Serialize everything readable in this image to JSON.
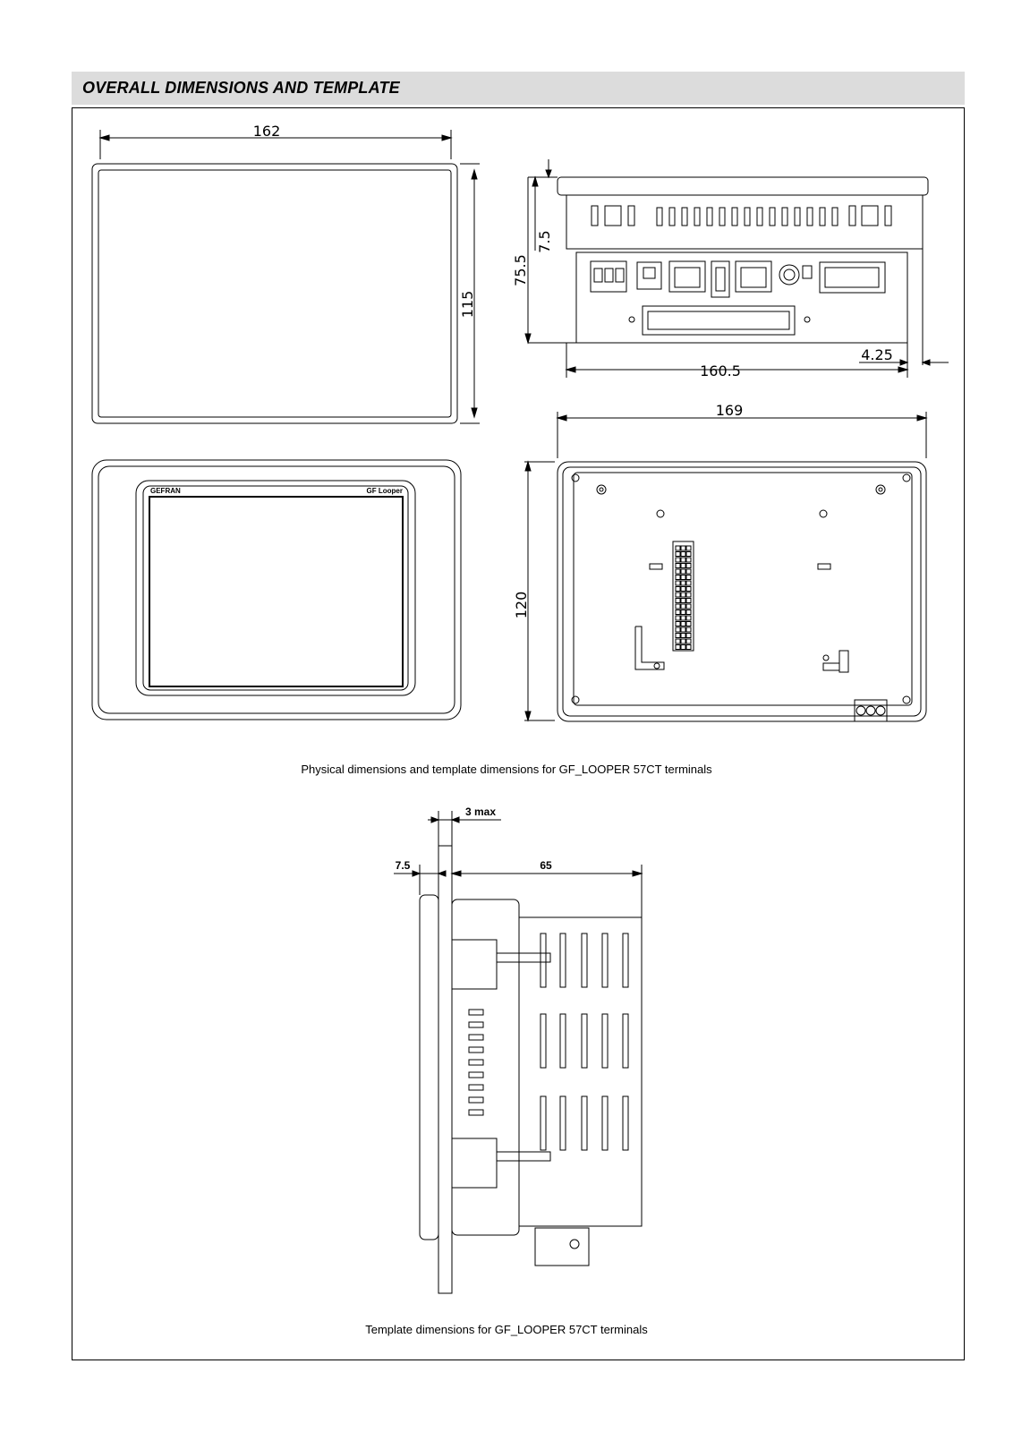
{
  "section": {
    "title": "OVERALL DIMENSIONS AND TEMPLATE"
  },
  "front_view": {
    "width": "162",
    "height": "115"
  },
  "top_view": {
    "bezel_depth": "7.5",
    "total_height": "75.5",
    "body_width": "160.5",
    "offset": "4.25"
  },
  "rear_view": {
    "width": "169",
    "height": "120"
  },
  "panel": {
    "brand_left": "GEFRAN",
    "brand_right": "GF Looper"
  },
  "captions": {
    "physical": "Physical dimensions and template dimensions for GF_LOOPER 57CT terminals",
    "template": "Template dimensions for GF_LOOPER 57CT terminals"
  },
  "side_view": {
    "panel_thickness": "3 max",
    "bezel": "7.5",
    "depth": "65"
  }
}
